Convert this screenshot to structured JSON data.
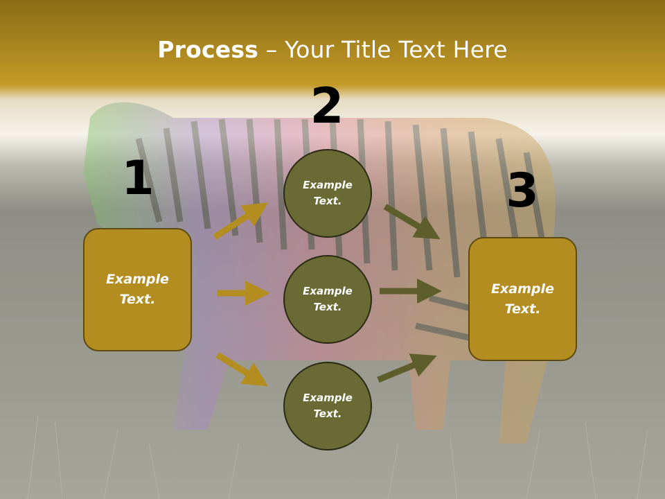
{
  "slide": {
    "title_bold": "Process",
    "title_rest": " – Your Title Text Here"
  },
  "numbers": [
    "1",
    "2",
    "3"
  ],
  "left_box": {
    "text1": "Example",
    "text2": "Text."
  },
  "right_box": {
    "text1": "Example",
    "text2": "Text."
  },
  "circles": [
    {
      "text1": "Example",
      "text2": "Text."
    },
    {
      "text1": "Example",
      "text2": "Text."
    },
    {
      "text1": "Example",
      "text2": "Text."
    }
  ],
  "colors": {
    "gold": "#b38d1f",
    "olive": "#6a6a34",
    "arrow_gold": "#b38d1f",
    "arrow_olive": "#5e5e2c"
  }
}
